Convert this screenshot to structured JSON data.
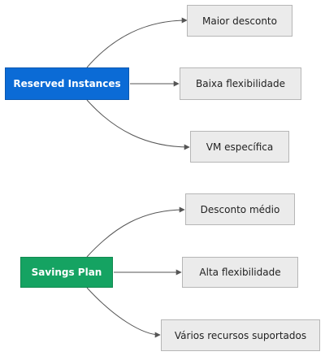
{
  "diagram": {
    "groups": [
      {
        "id": "ri",
        "label": "Reserved Instances",
        "color": "#0b6bd6",
        "children": [
          "Maior desconto",
          "Baixa flexibilidade",
          "VM específica"
        ]
      },
      {
        "id": "sp",
        "label": "Savings Plan",
        "color": "#15a362",
        "children": [
          "Desconto médio",
          "Alta flexibilidade",
          "Vários recursos suportados"
        ]
      }
    ],
    "edge_color": "#555555",
    "leaf_fill": "#ebebeb",
    "leaf_border": "#b6b6b6"
  }
}
